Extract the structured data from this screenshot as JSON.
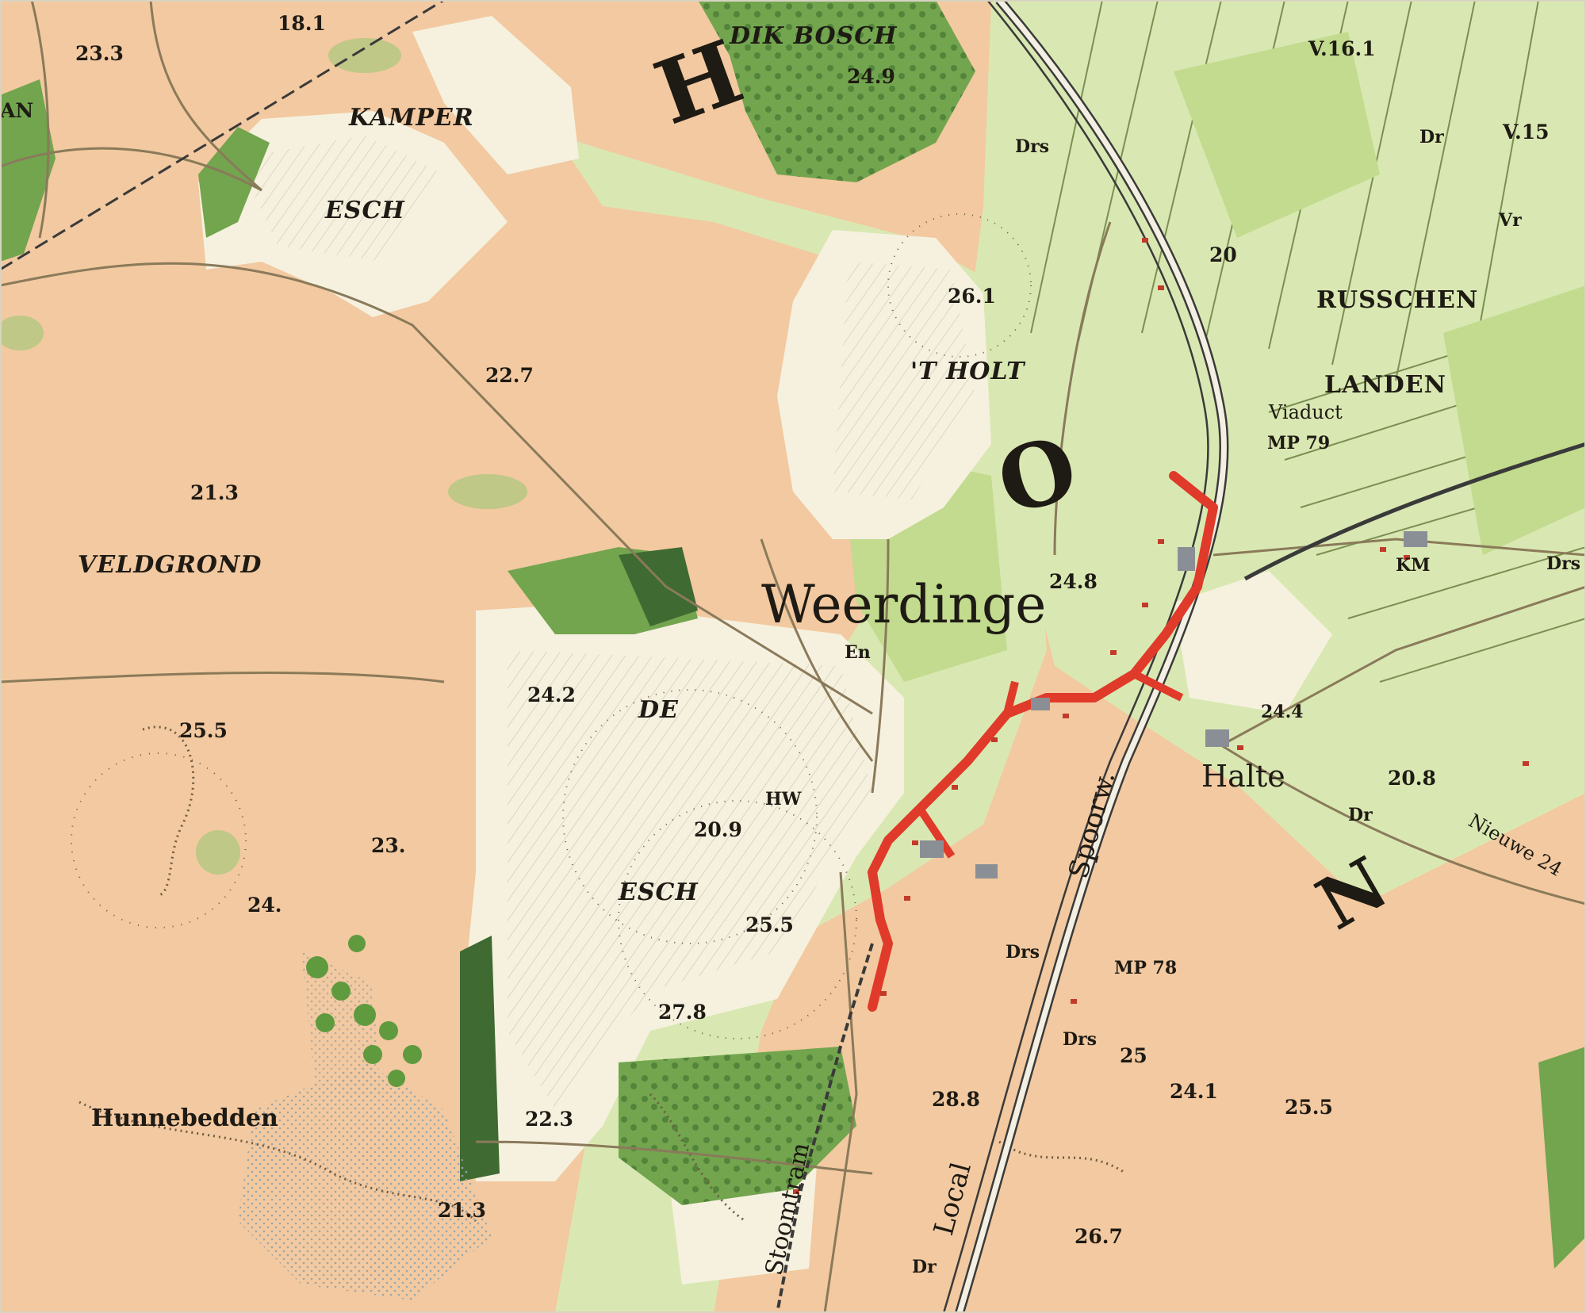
{
  "map": {
    "colors": {
      "heath": "#f2c9a0",
      "arable": "#f6f1df",
      "pasture": "#d9e8b2",
      "meadow": "#c2db8e",
      "forest": "#72a54e",
      "dark_forest": "#3f6a32",
      "rail": "#3a3a3a",
      "highlight_route": "#e03a2a",
      "text": "#1e1a14"
    },
    "labels": {
      "v_18_1": "18.1",
      "v_23_3": "23.3",
      "dik_bosch": "DIK BOSCH",
      "v_24_9": "24.9",
      "kamper": "KAMPER",
      "esch_top": "ESCH",
      "big_h": "H",
      "v_16_1": "V.16.1",
      "v_15": "V.15",
      "dr_a": "Dr",
      "dr_b": "Dr",
      "drs_a": "Drs",
      "v_20": "20",
      "russchen": "RUSSCHEN",
      "landen": "LANDEN",
      "viaduct": "Viaduct",
      "mp_79": "MP 79",
      "v_26_1": "26.1",
      "t_holt": "'T HOLT",
      "big_o": "O",
      "v_22_7": "22.7",
      "v_21_3": "21.3",
      "veldgrond": "VELDGROND",
      "village": "Weerdinge",
      "en": "En",
      "v_24_8": "24.8",
      "km": "KM",
      "drs_b": "Drs",
      "v_24_4": "24.4",
      "halte": "Halte",
      "spoorw": "Spoorw.",
      "v_20_8": "20.8",
      "nieuwe": "Nieuwe 24",
      "big_n": "N",
      "v_24_2": "24.2",
      "de": "DE",
      "hw": "HW",
      "v_20_9": "20.9",
      "esch_mid": "ESCH",
      "v_25_5_west": "25.5",
      "v_23": "23.",
      "v_24": "24.",
      "v_25_5_mid": "25.5",
      "v_27_8": "27.8",
      "mp_78": "MP 78",
      "drs_c": "Drs",
      "drs_d": "Drs",
      "v_25": "25",
      "v_24_1": "24.1",
      "v_25_5_east": "25.5",
      "hunnebedden": "Hunnebedden",
      "v_22_3": "22.3",
      "v_28_8": "28.8",
      "local": "Local",
      "stoomtram": "Stoomtram",
      "v_21_3_south": "21.3",
      "v_26_7": "26.7",
      "dr_c": "Dr",
      "vr": "Vr",
      "an": "AN"
    }
  }
}
